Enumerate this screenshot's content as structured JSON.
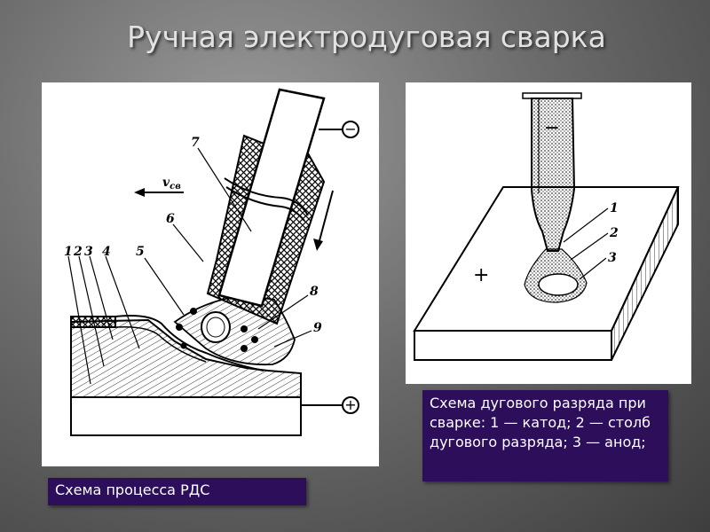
{
  "slide": {
    "title": "Ручная электродуговая сварка"
  },
  "left_figure": {
    "labels": [
      "1",
      "2",
      "3",
      "4",
      "5",
      "6",
      "7",
      "8",
      "9"
    ],
    "speed_label": "v",
    "speed_subscript": "св",
    "minus_sign": "−",
    "plus_sign": "+",
    "caption": "Схема процесса РДС"
  },
  "right_figure": {
    "labels": [
      "1",
      "2",
      "3"
    ],
    "minus_sign": "−",
    "plus_sign": "+",
    "caption": "Схема дугового разряда при сварке: 1 — катод; 2 — столб дугового разряда; 3 — анод;"
  },
  "colors": {
    "caption_bg": "#2c0e5a",
    "title_text": "#e2e2e2",
    "figure_bg": "#ffffff"
  }
}
